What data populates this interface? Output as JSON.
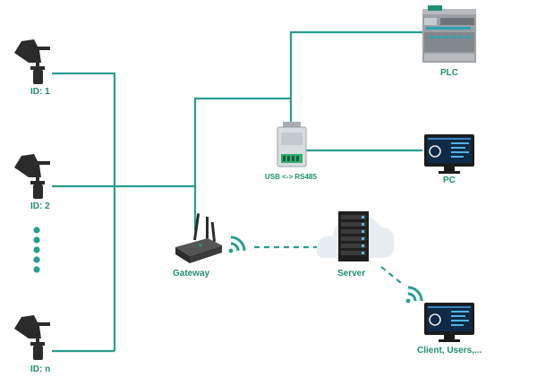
{
  "sensors": [
    {
      "label": "ID: 1"
    },
    {
      "label": "ID: 2"
    },
    {
      "label": "ID: n"
    }
  ],
  "devices": {
    "plc": {
      "label": "PLC"
    },
    "pc": {
      "label": "PC"
    },
    "converter": {
      "label": "USB <-> RS485"
    },
    "gateway": {
      "label": "Gateway"
    },
    "server": {
      "label": "Server"
    },
    "client": {
      "label": "Client, Users,..."
    }
  },
  "colors": {
    "link": "#2a9d8f",
    "label": "#1f8f72",
    "device": "#2b2b2b",
    "plc_body": "#8a8f93",
    "screen": "#0f2a45",
    "cloud": "#e7edf1"
  }
}
